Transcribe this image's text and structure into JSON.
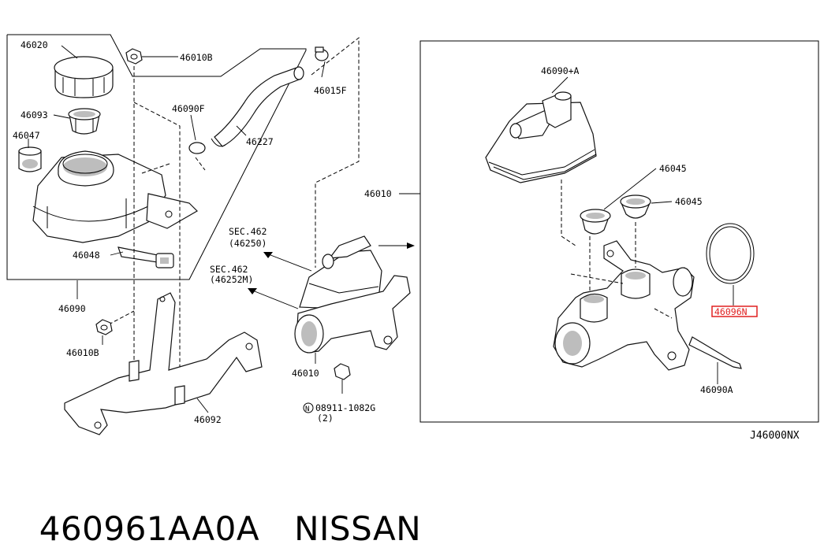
{
  "diagram": {
    "ref_code": "J46000NX",
    "callouts": {
      "c46020": "46020",
      "c46010B_top": "46010B",
      "c46015F": "46015F",
      "c46090F": "46090F",
      "c46093": "46093",
      "c46227": "46227",
      "c46047": "46047",
      "c46048": "46048",
      "c46090": "46090",
      "c46010B_bot": "46010B",
      "c46092": "46092",
      "c46010_left": "46010",
      "c46010_bottom": "46010",
      "sec1_a": "SEC.462",
      "sec1_b": "(46250)",
      "sec2_a": "SEC.462",
      "sec2_b": "(46252M)",
      "c46090A_plus": "46090+A",
      "c46045_a": "46045",
      "c46045_b": "46045",
      "c46096N": "46096N",
      "c46090A": "46090A",
      "bolt_symbol": "N",
      "bolt_code": "08911-1082G",
      "bolt_qty": "(2)"
    },
    "highlight_color": "#e02020"
  },
  "footer": {
    "part_number": "460961AA0A",
    "brand": "NISSAN"
  }
}
